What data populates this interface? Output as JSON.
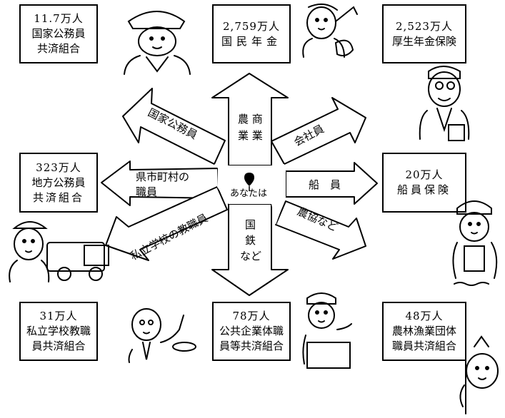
{
  "boxes": {
    "kokka": {
      "count": "11.7万人",
      "name1": "国家公務員",
      "name2": "共済組合"
    },
    "kokumin": {
      "count": "2,759万人",
      "name1": "国民年金",
      "name2": ""
    },
    "kosei": {
      "count": "2,523万人",
      "name1": "厚生年金保険",
      "name2": ""
    },
    "chiho": {
      "count": "323万人",
      "name1": "地方公務員",
      "name2": "共済組合"
    },
    "senin": {
      "count": "20万人",
      "name1": "船員保険",
      "name2": ""
    },
    "shiritsu": {
      "count": "31万人",
      "name1": "私立学校教職",
      "name2": "員共済組合"
    },
    "kokyo": {
      "count": "78万人",
      "name1": "公共企業体職",
      "name2": "員等共済組合"
    },
    "norin": {
      "count": "48万人",
      "name1": "農林漁業団体",
      "name2": "職員共済組合"
    }
  },
  "arrows": {
    "kokka_label": "国家公務員",
    "nosho_line1": "農 商",
    "nosho_line2": "業 業",
    "kaishain": "会社員",
    "kenshi_line1": "県市町村の",
    "kenshi_line2": "職員",
    "senin": "船　員",
    "kyoshokuin": "私立学校の教職員",
    "kokutetsu_line1": "国",
    "kokutetsu_line2": "鉄",
    "kokutetsu_line3": "など",
    "nokyo": "農協など"
  },
  "center": {
    "label": "あなたは"
  }
}
